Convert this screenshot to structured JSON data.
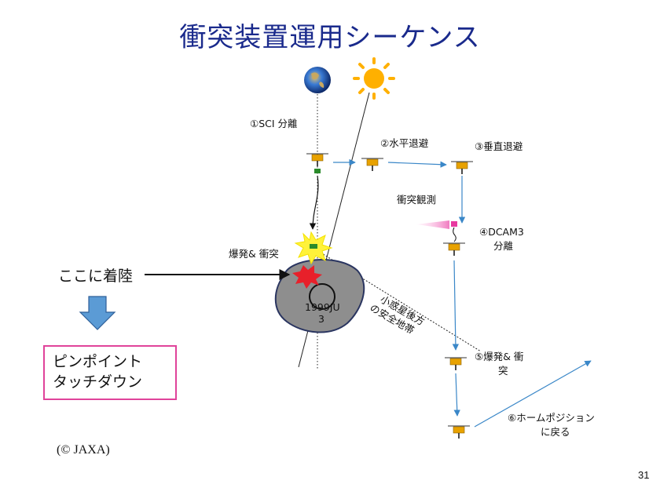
{
  "title": "衝突装置運用シーケンス",
  "labels": {
    "sci_separation": "①SCI 分離",
    "horizontal_evasion": "②水平退避",
    "vertical_evasion": "③垂直退避",
    "impact_observation": "衝突観測",
    "dcam3_line1": "④DCAM3",
    "dcam3_line2": "分離",
    "explosion_impact": "爆発& 衝突",
    "asteroid_name_line1": "1999JU",
    "asteroid_name_line2": "3",
    "safe_zone_line1": "小惑星後方",
    "safe_zone_line2": "の安全地帯",
    "step5_line1": "⑤爆発& 衝",
    "step5_line2": "突",
    "step6_line1": "⑥ホームポジション",
    "step6_line2": "に戻る",
    "land_here": "ここに着陸"
  },
  "callout": {
    "line1": "ピンポイント",
    "line2": "タッチダウン",
    "border_color": "#e0439a"
  },
  "credit": "(© JAXA)",
  "page_number": "31",
  "colors": {
    "title": "#1a2a8c",
    "path_arrows": "#3a87c8",
    "down_arrow_fill": "#5b9bd5",
    "asteroid_fill": "#8e8e8e",
    "spacecraft_gold": "#e8a200"
  },
  "icons": [
    "earth-icon",
    "sun-icon",
    "spacecraft-icon",
    "explosion-icon",
    "down-arrow-icon"
  ]
}
